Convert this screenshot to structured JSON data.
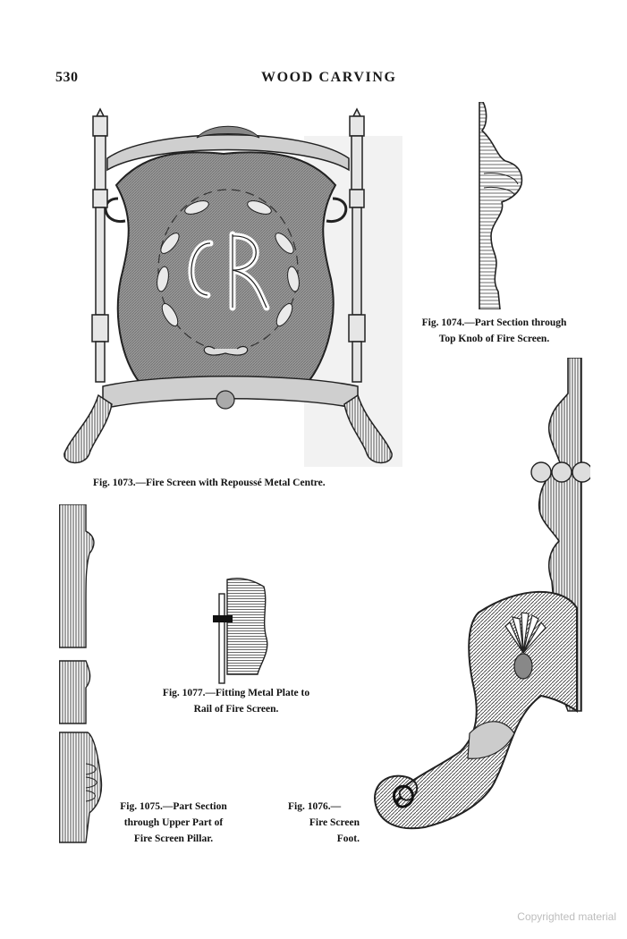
{
  "header": {
    "page_number": "530",
    "running_title": "WOOD CARVING"
  },
  "figures": {
    "fig1073": {
      "caption": "Fig. 1073.—Fire Screen with Repoussé Metal Centre."
    },
    "fig1074": {
      "caption_line1": "Fig. 1074.—Part Section through",
      "caption_line2": "Top Knob of Fire Screen."
    },
    "fig1075": {
      "caption_line1": "Fig. 1075.—Part Section",
      "caption_line2": "through Upper Part of",
      "caption_line3": "Fire Screen Pillar."
    },
    "fig1076": {
      "caption_line1": "Fig. 1076.—",
      "caption_line2": "Fire Screen",
      "caption_line3": "Foot."
    },
    "fig1077": {
      "caption_line1": "Fig. 1077.—Fitting Metal Plate to",
      "caption_line2": "Rail of Fire Screen."
    }
  },
  "watermark": {
    "text": "Copyrighted material"
  }
}
